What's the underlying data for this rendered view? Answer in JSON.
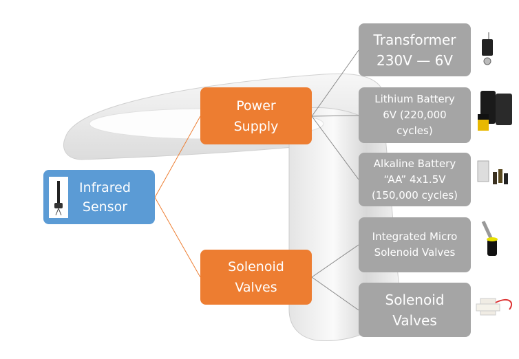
{
  "root": {
    "label": "Infrared\nSensor",
    "color": "#5b9bd5"
  },
  "groups": [
    {
      "label": "Power\nSupply",
      "color": "#ed7d31",
      "children": [
        {
          "label": "Transformer\n230V — 6V"
        },
        {
          "label": "Lithium Battery\n6V (220,000\ncycles)"
        },
        {
          "label": "Alkaline Battery\n“AA” 4x1.5V\n(150,000 cycles)"
        }
      ]
    },
    {
      "label": "Solenoid\nValves",
      "color": "#ed7d31",
      "children": [
        {
          "label": "Integrated Micro\nSolenoid Valves"
        },
        {
          "label": "Solenoid\nValves"
        }
      ]
    }
  ],
  "child_color": "#a5a5a5"
}
